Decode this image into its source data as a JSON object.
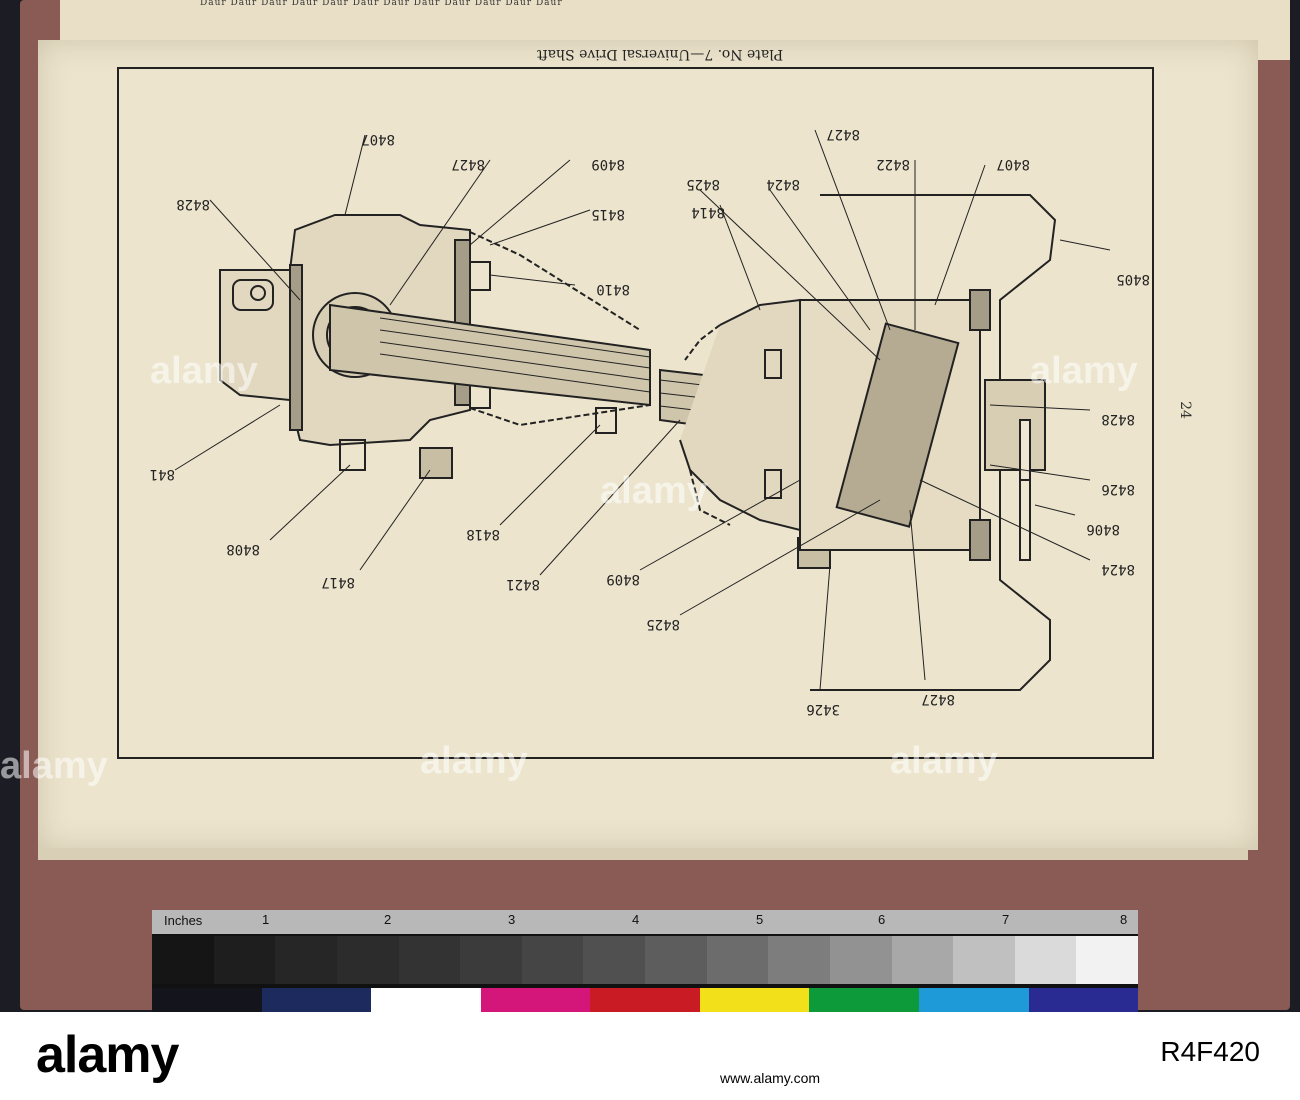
{
  "book": {
    "plate_title": "Plate No. 7—Universal Drive Shaft",
    "page_number": "24",
    "prev_page_text": "Daur Daur Daur Daur Daur Daur Daur Daur Daur Daur Daur Daur"
  },
  "diagram": {
    "part_labels": [
      "8407",
      "8427",
      "8409",
      "8428",
      "8415",
      "8410",
      "841",
      "8408",
      "8417",
      "8418",
      "8421",
      "8409",
      "8425",
      "8414",
      "8425",
      "8424",
      "8427",
      "8422",
      "8407",
      "8405",
      "8428",
      "8426",
      "8406",
      "8424",
      "8427",
      "3426"
    ]
  },
  "ruler": {
    "title": "Inches",
    "ticks": [
      "1",
      "2",
      "3",
      "4",
      "5",
      "6",
      "7",
      "8"
    ],
    "gray_patches": [
      "#151515",
      "#1e1e1e",
      "#262626",
      "#2c2c2c",
      "#333333",
      "#3b3b3b",
      "#454545",
      "#505050",
      "#5d5d5d",
      "#6c6c6c",
      "#7d7d7d",
      "#929292",
      "#a8a8a8",
      "#c0c0c0",
      "#dadada",
      "#f2f2f2"
    ],
    "color_patches": [
      "#14151c",
      "#1d2a5e",
      "#ffffff",
      "#d4157a",
      "#c81b24",
      "#f2e01a",
      "#0d9a3b",
      "#1e9ad8",
      "#2a2a93"
    ]
  },
  "watermark": {
    "text": "alamy"
  },
  "footer": {
    "image_id": "R4F420",
    "url": "www.alamy.com"
  }
}
